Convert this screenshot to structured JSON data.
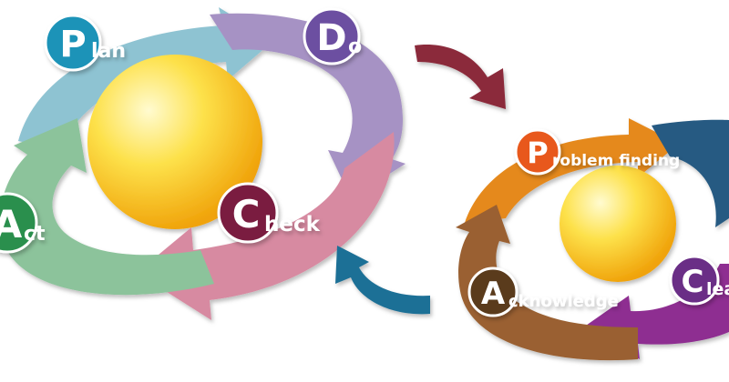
{
  "cycle_left": {
    "plan": {
      "initial": "P",
      "rest": "lan",
      "color": "#1a93b8",
      "arrow_color": "#8ec3d2"
    },
    "do": {
      "initial": "D",
      "rest": "o",
      "color": "#6c4fa1",
      "arrow_color": "#a692c4"
    },
    "check": {
      "initial": "C",
      "rest": "heck",
      "color": "#7a1f3f",
      "arrow_color": "#d78aa1"
    },
    "act": {
      "initial": "A",
      "rest": "ct",
      "color": "#2a8f4e",
      "arrow_color": "#8cc39b"
    }
  },
  "cycle_right": {
    "problem_finding": {
      "initial": "P",
      "rest": "roblem finding",
      "color": "#e8581a",
      "arrow_color": "#e5891c"
    },
    "clear": {
      "initial": "C",
      "rest": "lear",
      "color": "#6a2d86",
      "arrow_color": "#8e2f91"
    },
    "acknowledge": {
      "initial": "A",
      "rest": "cknowledge",
      "color": "#5a3a1e",
      "arrow_color": "#9a6131"
    },
    "top_right_arrow_color": "#255a82"
  },
  "connectors": {
    "forward_color": "#8b2a3a",
    "back_color": "#1f6f96"
  },
  "sphere_colors": {
    "highlight": "#fffbd0",
    "mid": "#fde14a",
    "edge": "#f0a30a"
  }
}
